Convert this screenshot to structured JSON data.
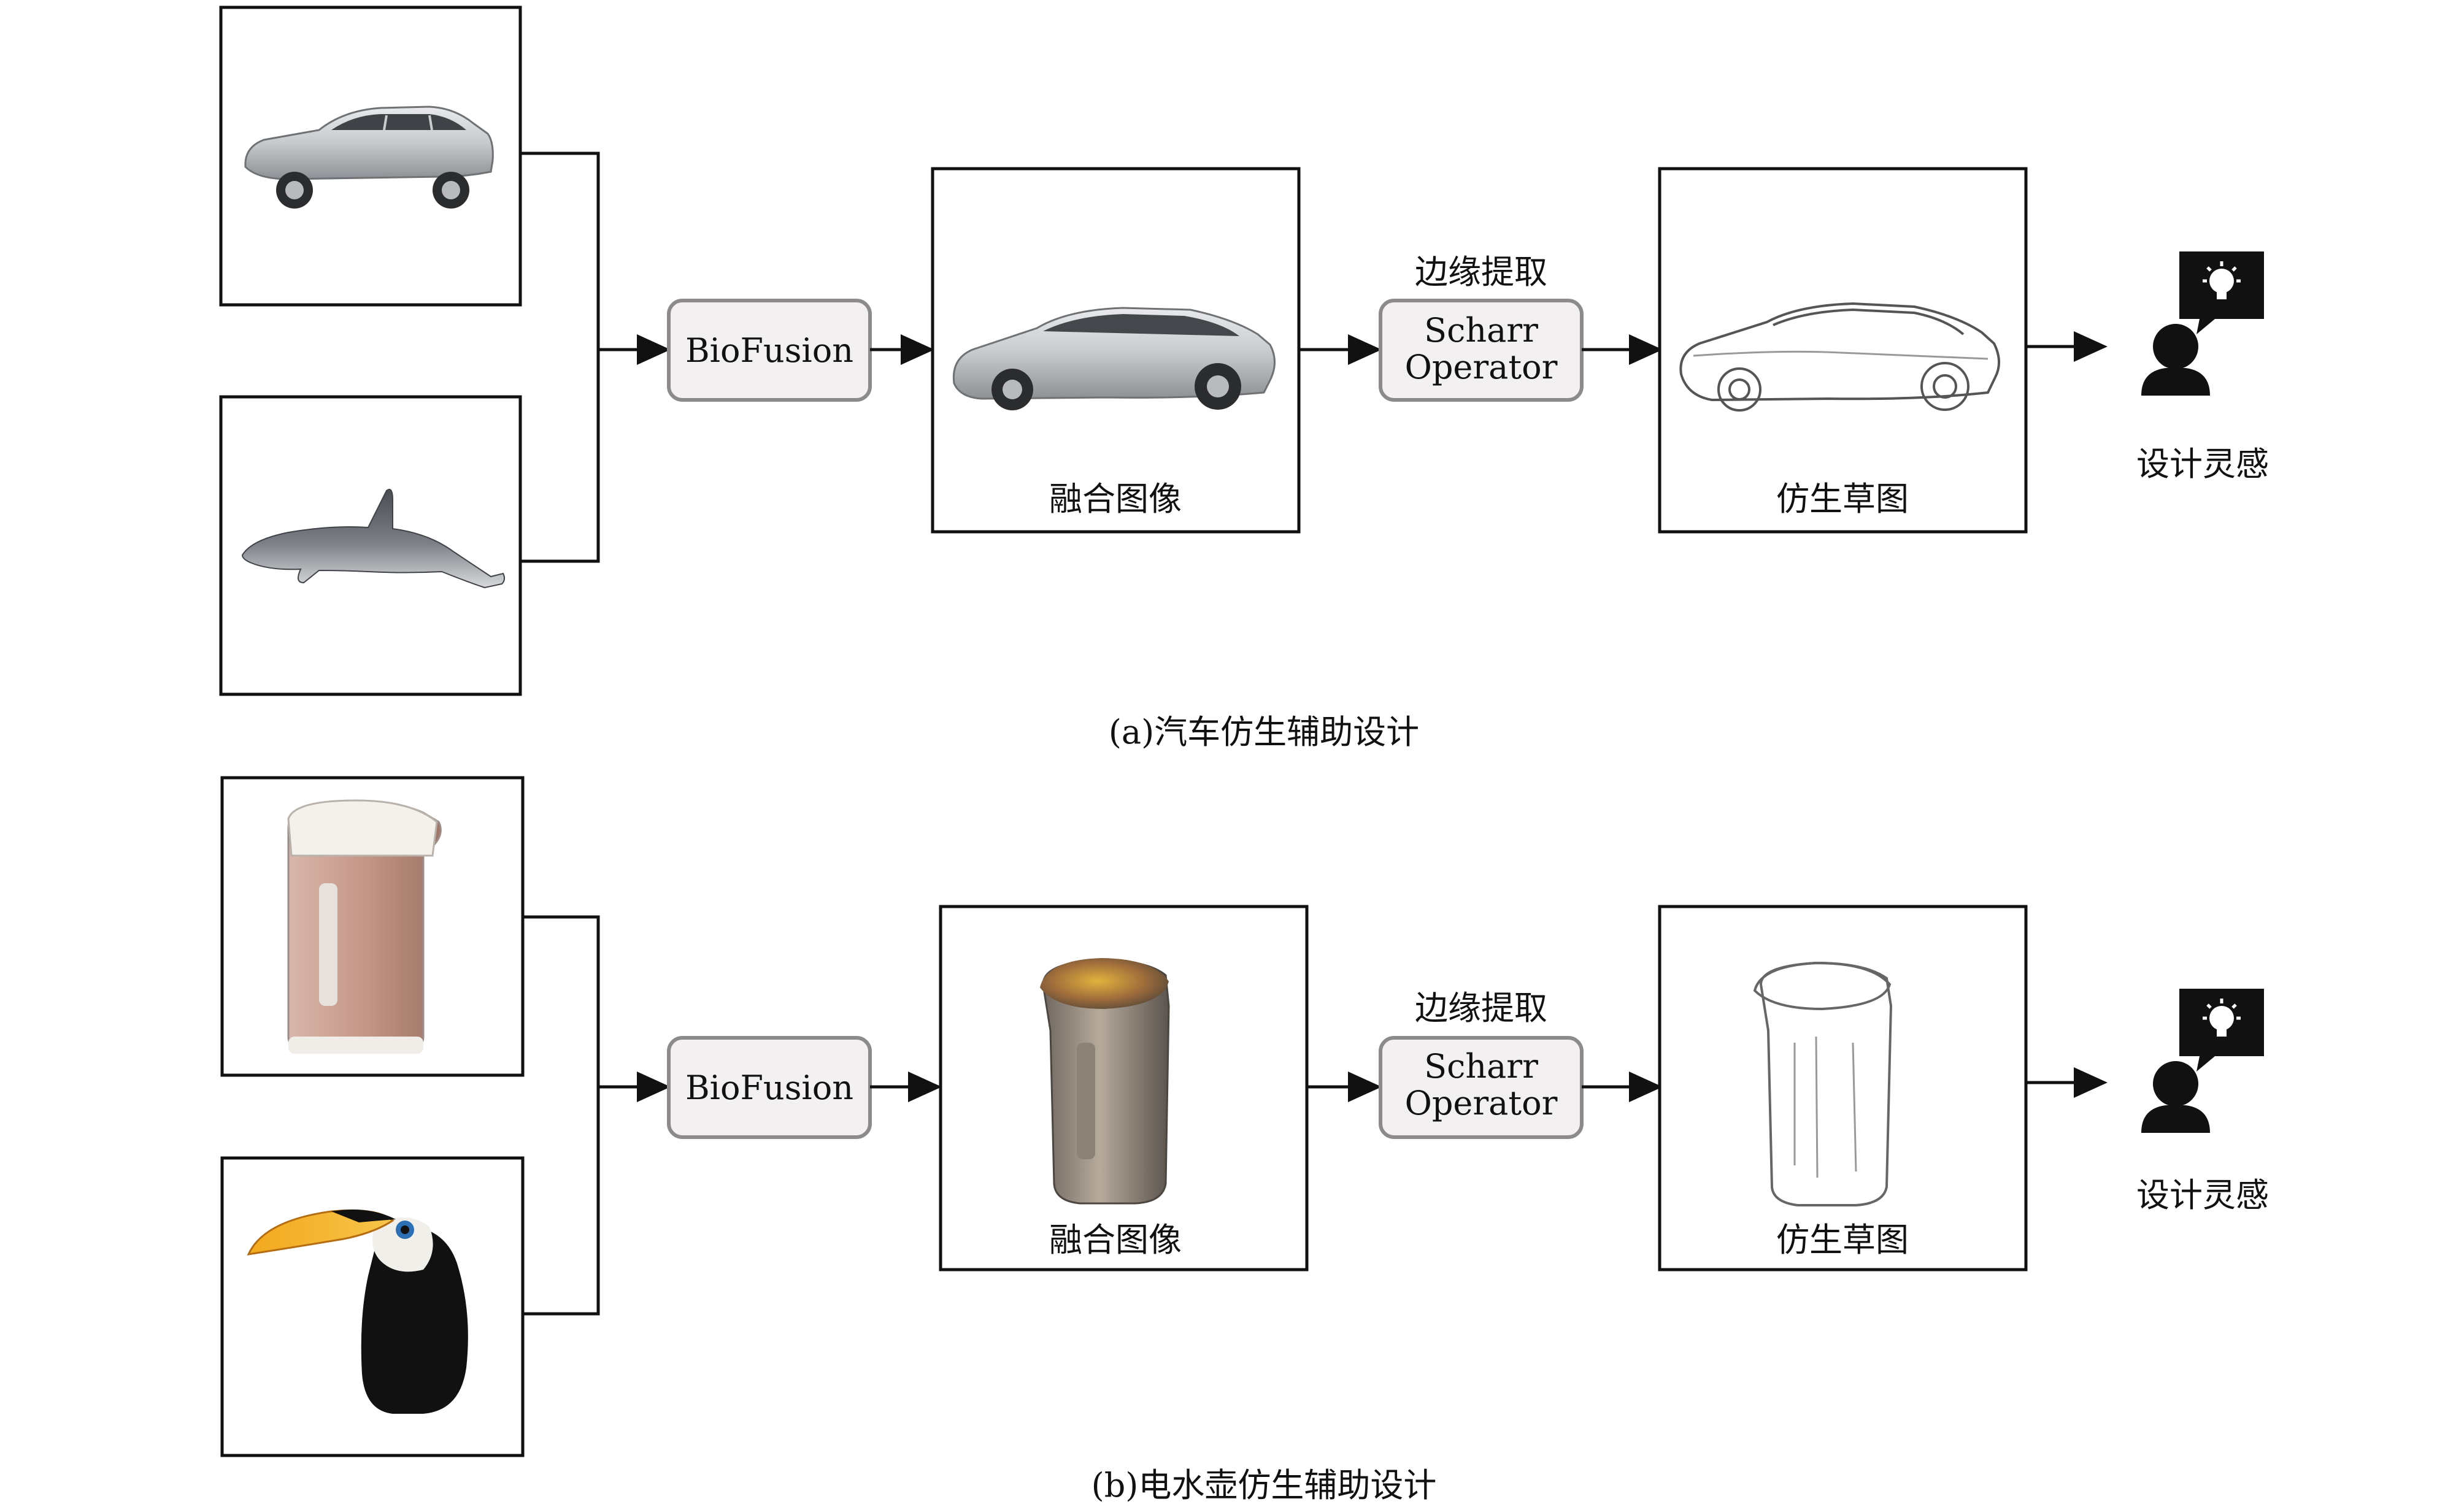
{
  "rows": [
    {
      "caption": "(a)汽车仿生辅助设计",
      "fusion_block": "BioFusion",
      "edge_label": "边缘提取",
      "operator_line1": "Scharr",
      "operator_line2": "Operator",
      "fused_caption": "融合图像",
      "sketch_caption": "仿生草图",
      "output_caption": "设计灵感",
      "input_images": [
        "car-image",
        "dolphin-image"
      ],
      "fused_image": "fused-car-image",
      "sketch_image": "car-sketch-image"
    },
    {
      "caption": "(b)电水壶仿生辅助设计",
      "fusion_block": "BioFusion",
      "edge_label": "边缘提取",
      "operator_line1": "Scharr",
      "operator_line2": "Operator",
      "fused_caption": "融合图像",
      "sketch_caption": "仿生草图",
      "output_caption": "设计灵感",
      "input_images": [
        "kettle-image",
        "toucan-image"
      ],
      "fused_image": "fused-kettle-image",
      "sketch_image": "kettle-sketch-image"
    }
  ],
  "icon": "person-with-lightbulb-icon"
}
